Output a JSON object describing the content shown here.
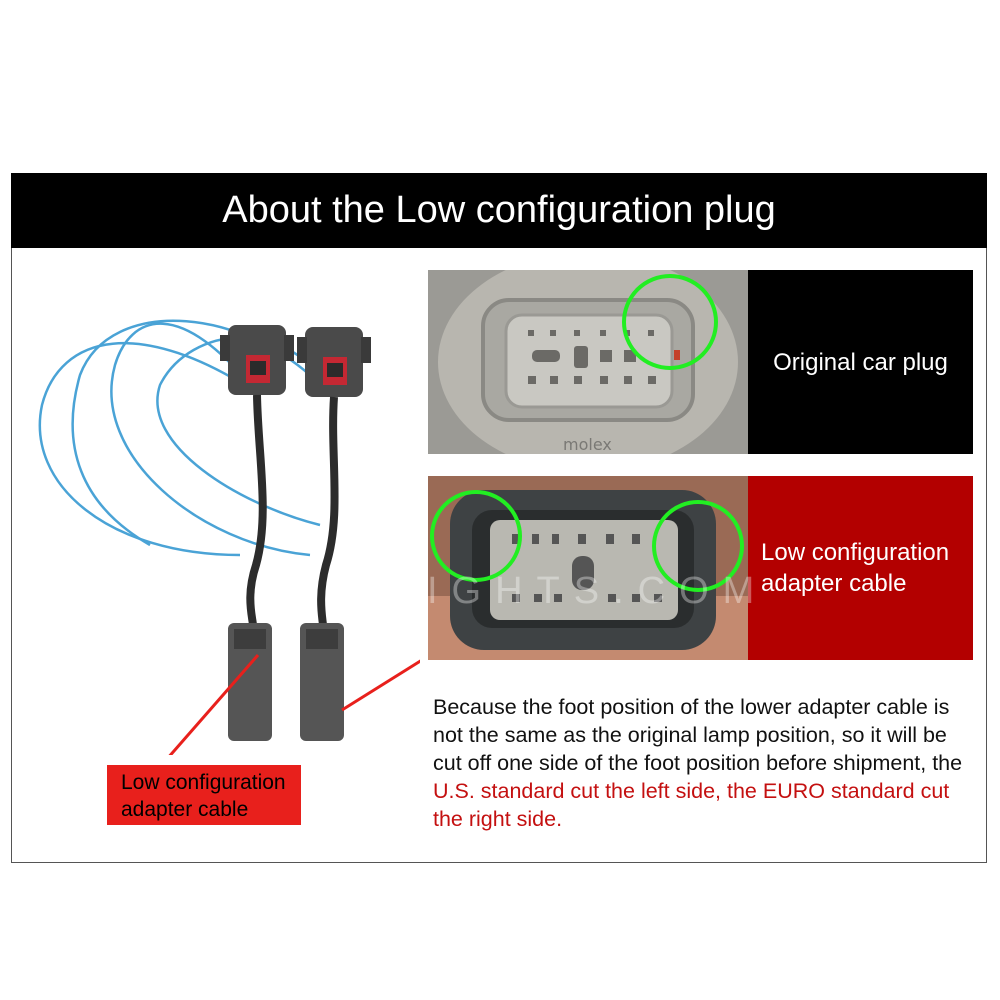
{
  "header": {
    "title": "About the Low configuration plug"
  },
  "panels": {
    "original": {
      "label": "Original car plug",
      "brand_text": "molex"
    },
    "adapter": {
      "label_line1": "Low configuration",
      "label_line2": "adapter cable"
    }
  },
  "callout": {
    "line1": "Low configuration",
    "line2": "adapter cable"
  },
  "description": {
    "part1": "Because the foot position of the lower adapter cable is not the same as the original lamp position, so it will be cut off one side of the foot position before shipment, the ",
    "part2": "U.S. standard cut the left side, the EURO standard cut the right side."
  },
  "watermark": "BY-LIGHTS.COM",
  "colors": {
    "header_bg": "#000000",
    "adapter_panel_bg": "#b30000",
    "highlight_circle": "#22ee22",
    "callout_bg": "#e8201c",
    "red_text": "#c41010"
  }
}
